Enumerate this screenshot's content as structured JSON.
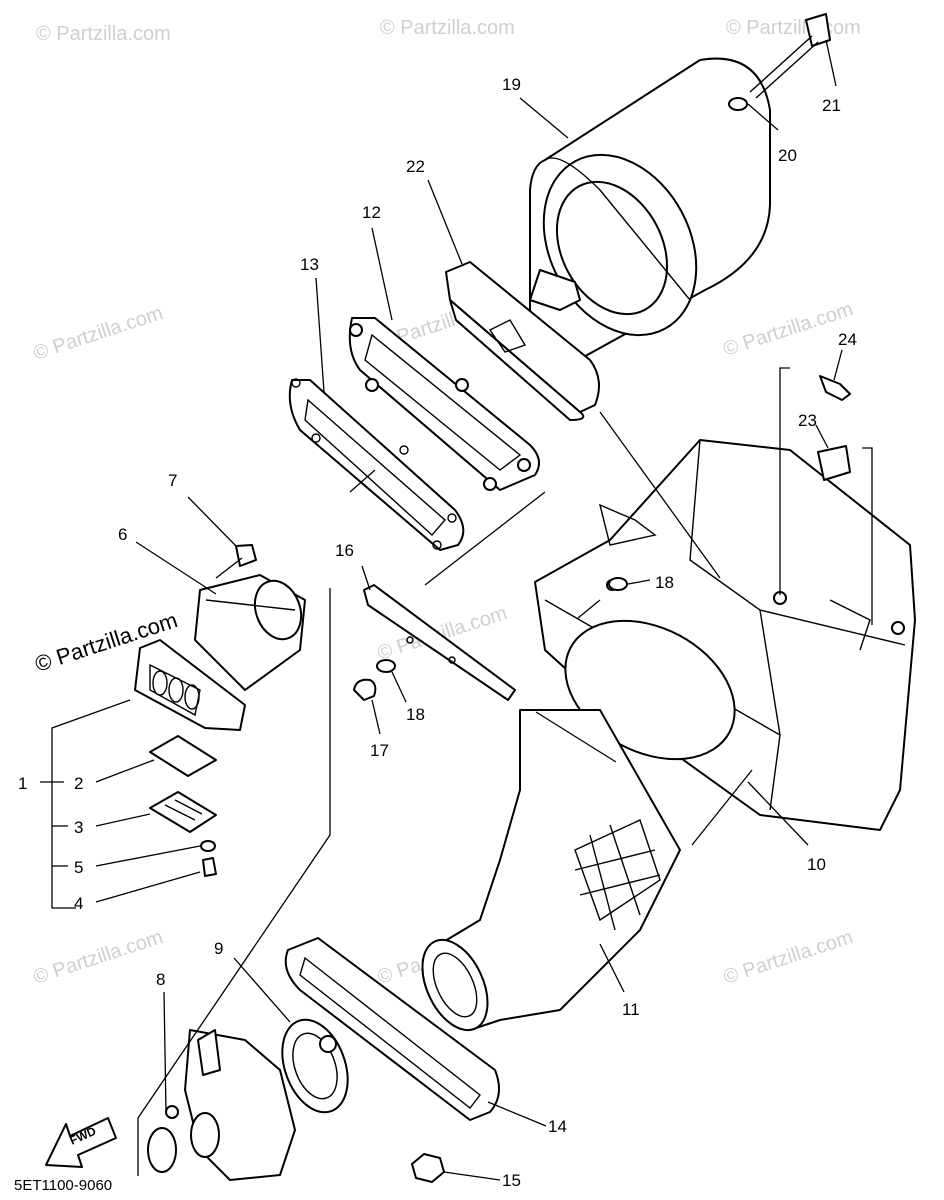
{
  "watermark": {
    "light": "© Partzilla.com",
    "dark": "© Partzilla.com"
  },
  "diagram_code": "5ET1100-9060",
  "fwd_label": "FWD",
  "callouts": [
    "1",
    "2",
    "3",
    "4",
    "5",
    "6",
    "7",
    "8",
    "9",
    "10",
    "11",
    "12",
    "13",
    "14",
    "15",
    "16",
    "17",
    "18",
    "18",
    "19",
    "20",
    "21",
    "22",
    "23",
    "24"
  ],
  "parts": [
    {
      "id": "reed-valve-assy"
    },
    {
      "id": "reed-valve"
    },
    {
      "id": "reed-stopper"
    },
    {
      "id": "screw"
    },
    {
      "id": "washer"
    },
    {
      "id": "intake-manifold"
    },
    {
      "id": "bolt"
    },
    {
      "id": "hose-clamp"
    },
    {
      "id": "joint"
    },
    {
      "id": "air-box"
    },
    {
      "id": "intake-duct"
    },
    {
      "id": "gasket-plate"
    },
    {
      "id": "gasket"
    },
    {
      "id": "cover"
    },
    {
      "id": "nut"
    },
    {
      "id": "plate"
    },
    {
      "id": "rivet"
    },
    {
      "id": "grommet"
    },
    {
      "id": "air-filter-element"
    },
    {
      "id": "washer-2"
    },
    {
      "id": "bolt-2"
    },
    {
      "id": "filter-case"
    },
    {
      "id": "clip"
    },
    {
      "id": "bolt-3"
    }
  ]
}
